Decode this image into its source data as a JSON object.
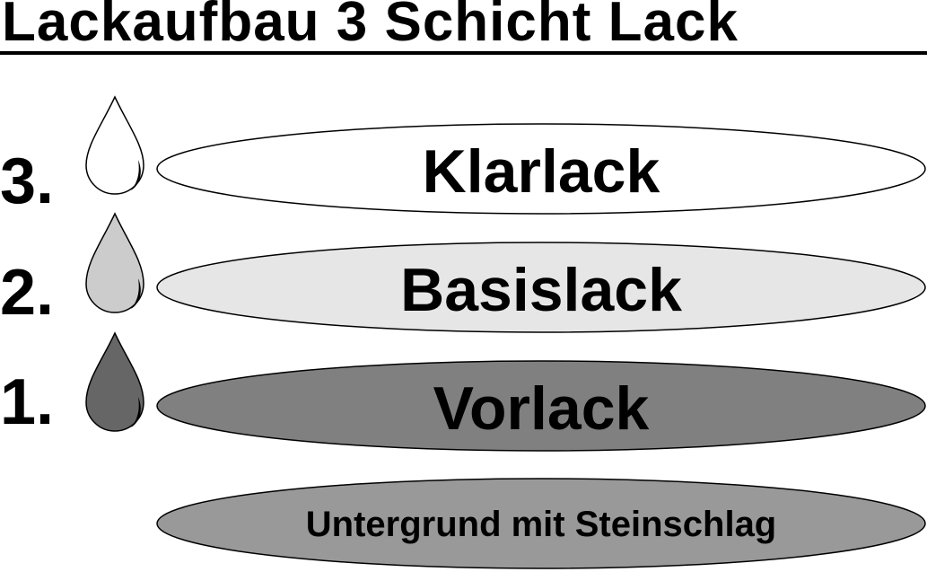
{
  "title": "Lackaufbau 3 Schicht Lack",
  "layers": [
    {
      "number": "3.",
      "label": "Klarlack",
      "fill": "#ffffff",
      "drop_fill": "#ffffff"
    },
    {
      "number": "2.",
      "label": "Basislack",
      "fill": "#e6e6e6",
      "drop_fill": "#cccccc"
    },
    {
      "number": "1.",
      "label": "Vorlack",
      "fill": "#808080",
      "drop_fill": "#666666"
    }
  ],
  "substrate": {
    "label": "Untergrund mit Steinschlag",
    "fill": "#999999"
  }
}
